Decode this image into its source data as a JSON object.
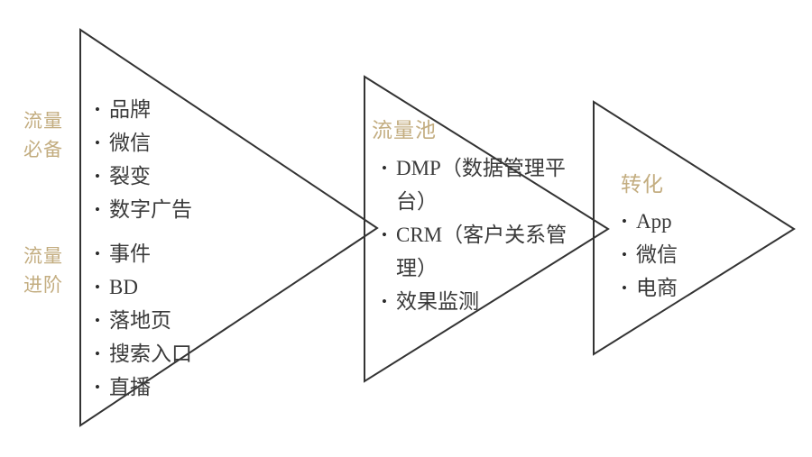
{
  "diagram": {
    "title": "流量漏斗三阶段图",
    "background_color": "#ffffff",
    "accent_color": "#c3ad80",
    "text_color": "#3a3a3a",
    "stroke_color": "#333333",
    "type": "funnel-triangles"
  },
  "side_labels": [
    {
      "id": "must-have",
      "text": "流量\n必备"
    },
    {
      "id": "advanced",
      "text": "流量\n进阶"
    }
  ],
  "stages": [
    {
      "id": "traffic-sources",
      "title": "",
      "items_primary": [
        "品牌",
        "微信",
        "裂变",
        "数字广告"
      ],
      "items_secondary": [
        "事件",
        "BD",
        "落地页",
        "搜索入口",
        "直播"
      ]
    },
    {
      "id": "traffic-pool",
      "title": "流量池",
      "items": [
        "DMP（数据管理平台）",
        "CRM（客户关系管理）",
        "效果监测"
      ]
    },
    {
      "id": "conversion",
      "title": "转化",
      "items": [
        "App",
        "微信",
        "电商"
      ]
    }
  ],
  "stage1": {
    "item0": "品牌",
    "item1": "微信",
    "item2": "裂变",
    "item3": "数字广告",
    "item4": "事件",
    "item5": "BD",
    "item6": "落地页",
    "item7": "搜索入口",
    "item8": "直播"
  },
  "stage2": {
    "title": "流量池",
    "item0": "DMP（数据管理平台）",
    "item1": "CRM（客户关系管理）",
    "item2": "效果监测"
  },
  "stage3": {
    "title": "转化",
    "item0": "App",
    "item1": "微信",
    "item2": "电商"
  }
}
